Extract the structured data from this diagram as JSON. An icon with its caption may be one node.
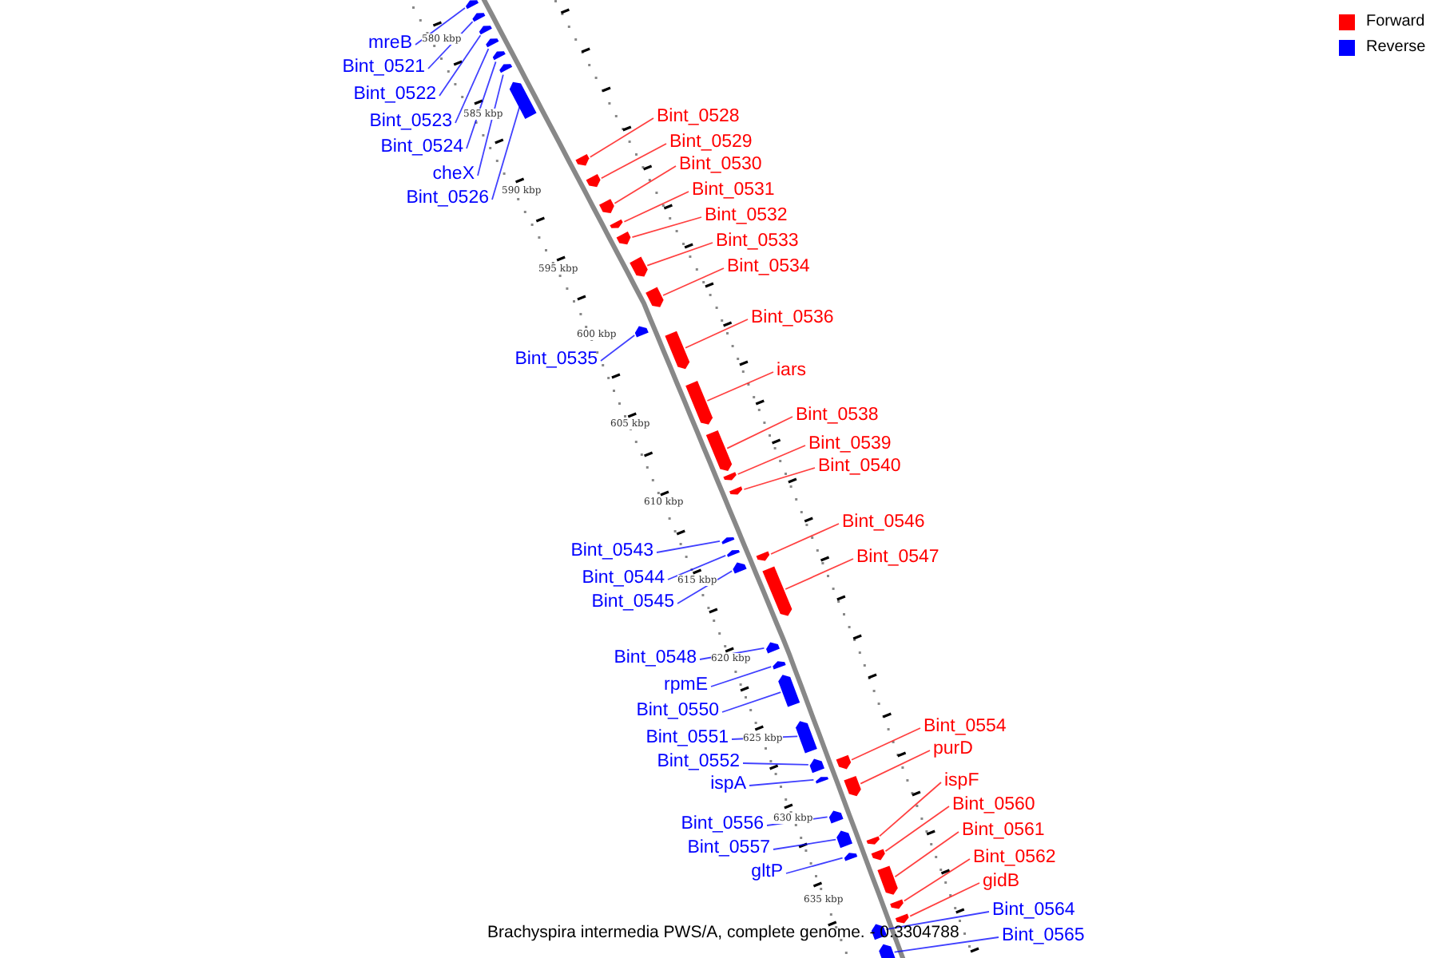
{
  "diagram": {
    "caption": "Brachyspira intermedia PWS/A, complete genome. - 0.3304788",
    "nodes": [
      {
        "text": [
          "mreB"
        ]
      },
      {
        "text": [],
        "shape": "bar"
      },
      {
        "text": [
          "Bint_0521"
        ]
      },
      {
        "text": [],
        "shape": "bar"
      },
      {
        "text": [
          "Bint_0522"
        ]
      },
      {
        "text": [],
        "shape": "bar"
      },
      {
        "text": [
          "Bint_0523"
        ]
      },
      {
        "text": [],
        "shape": "bar"
      },
      {
        "text": [
          "Bint_0524"
        ]
      },
      {
        "text": [],
        "shape": "bar"
      },
      {
        "text": [
          "cheX"
        ]
      },
      {
        "text": [],
        "shape": "bar"
      },
      {
        "text": [
          "Bint_0526"
        ]
      },
      {
        "text": [],
        "shape": "bar"
      },
      {
        "text": [
          "Bint_0528"
        ]
      },
      {
        "text": [],
        "shape": "bar"
      },
      {
        "text": [
          "Bint_0529"
        ]
      },
      {
        "text": [],
        "shape": "bar"
      },
      {
        "text": [
          "Bint_0530"
        ]
      },
      {
        "text": [],
        "shape": "bar"
      },
      {
        "text": [
          "Bint_0531"
        ]
      },
      {
        "text": [],
        "shape": "bar"
      },
      {
        "text": [
          "Bint_0532"
        ]
      },
      {
        "text": [],
        "shape": "bar"
      },
      {
        "text": [
          "Bint_0533"
        ]
      },
      {
        "text": [],
        "shape": "bar"
      },
      {
        "text": [
          "Bint_0534"
        ]
      },
      {
        "text": [],
        "shape": "bar"
      },
      {
        "text": [
          "Bint_0535"
        ]
      },
      {
        "text": [],
        "shape": "bar"
      },
      {
        "text": [
          "Bint_0536"
        ]
      },
      {
        "text": [],
        "shape": "bar"
      },
      {
        "text": [
          "iars"
        ]
      },
      {
        "text": [],
        "shape": "bar"
      },
      {
        "text": [
          "Bint_0538"
        ]
      },
      {
        "text": [],
        "shape": "bar"
      },
      {
        "text": [
          "Bint_0539"
        ]
      },
      {
        "text": [],
        "shape": "bar"
      },
      {
        "text": [
          "Bint_0540"
        ]
      },
      {
        "text": [],
        "shape": "bar"
      },
      {
        "text": [
          "Bint_0543"
        ]
      },
      {
        "text": [],
        "shape": "bar"
      },
      {
        "text": [
          "Bint_0544"
        ]
      },
      {
        "text": [],
        "shape": "bar"
      },
      {
        "text": [
          "Bint_0545"
        ]
      },
      {
        "text": [],
        "shape": "bar"
      },
      {
        "text": [
          "Bint_0546"
        ]
      },
      {
        "text": [],
        "shape": "bar"
      },
      {
        "text": [
          "Bint_0547"
        ]
      },
      {
        "text": [],
        "shape": "bar"
      },
      {
        "text": [
          "Bint_0548"
        ]
      },
      {
        "text": [],
        "shape": "bar"
      },
      {
        "text": [
          "rpmE"
        ]
      },
      {
        "text": [],
        "shape": "bar"
      },
      {
        "text": [
          "Bint_0550"
        ]
      },
      {
        "text": [],
        "shape": "bar"
      },
      {
        "text": [
          "Bint_0551"
        ]
      },
      {
        "text": [],
        "shape": "bar"
      },
      {
        "text": [
          "Bint_0552"
        ]
      },
      {
        "text": [],
        "shape": "bar"
      },
      {
        "text": [
          "ispA"
        ]
      },
      {
        "text": [],
        "shape": "bar"
      },
      {
        "text": [
          "Bint_0554"
        ]
      },
      {
        "text": [],
        "shape": "bar"
      },
      {
        "text": [
          "purD"
        ]
      },
      {
        "text": [],
        "shape": "bar"
      },
      {
        "text": [
          "Bint_0556"
        ]
      },
      {
        "text": [],
        "shape": "bar"
      },
      {
        "text": [
          "Bint_0557"
        ]
      },
      {
        "text": [],
        "shape": "bar"
      },
      {
        "text": [
          "gltP"
        ]
      },
      {
        "text": [],
        "shape": "bar"
      },
      {
        "text": [
          "ispF"
        ]
      },
      {
        "text": [],
        "shape": "bar"
      },
      {
        "text": [
          "Bint_0560"
        ]
      },
      {
        "text": [],
        "shape": "bar"
      },
      {
        "text": [
          "Bint_0561"
        ]
      },
      {
        "text": [],
        "shape": "bar"
      },
      {
        "text": [
          "Bint_0562"
        ]
      },
      {
        "text": [],
        "shape": "bar"
      },
      {
        "text": [
          "gidB"
        ]
      },
      {
        "text": [],
        "shape": "bar"
      },
      {
        "text": [
          "Bint_0564"
        ]
      },
      {
        "text": [],
        "shape": "bar"
      },
      {
        "text": [
          "Bint_0565"
        ]
      },
      {
        "text": [],
        "shape": "bar"
      }
    ],
    "edges": [
      {
        "from": 0,
        "to": 1,
        "arrow": "none"
      },
      {
        "from": 2,
        "to": 3,
        "arrow": "none"
      },
      {
        "from": 4,
        "to": 5,
        "arrow": "none"
      },
      {
        "from": 6,
        "to": 7,
        "arrow": "none"
      },
      {
        "from": 8,
        "to": 9,
        "arrow": "none"
      },
      {
        "from": 10,
        "to": 11,
        "arrow": "none"
      },
      {
        "from": 12,
        "to": 13,
        "arrow": "none"
      },
      {
        "from": 14,
        "to": 15,
        "arrow": "none",
        "color": "#ff0000"
      },
      {
        "from": 16,
        "to": 17,
        "arrow": "none",
        "color": "#ff0000"
      },
      {
        "from": 18,
        "to": 19,
        "arrow": "none",
        "color": "#ff0000"
      },
      {
        "from": 20,
        "to": 21,
        "arrow": "none",
        "color": "#ff0000"
      },
      {
        "from": 22,
        "to": 23,
        "arrow": "none",
        "color": "#ff0000"
      },
      {
        "from": 24,
        "to": 25,
        "arrow": "none",
        "color": "#ff0000"
      },
      {
        "from": 26,
        "to": 27,
        "arrow": "none",
        "color": "#ff0000"
      },
      {
        "from": 28,
        "to": 29,
        "arrow": "none"
      },
      {
        "from": 30,
        "to": 31,
        "arrow": "none",
        "color": "#ff0000"
      },
      {
        "from": 32,
        "to": 33,
        "arrow": "none",
        "color": "#ff0000"
      },
      {
        "from": 34,
        "to": 35,
        "arrow": "none",
        "color": "#ff0000"
      },
      {
        "from": 36,
        "to": 37,
        "arrow": "none",
        "color": "#ff0000"
      },
      {
        "from": 38,
        "to": 39,
        "arrow": "none",
        "color": "#ff0000"
      },
      {
        "from": 40,
        "to": 41,
        "arrow": "none"
      },
      {
        "from": 42,
        "to": 43,
        "arrow": "none"
      },
      {
        "from": 44,
        "to": 45,
        "arrow": "none"
      },
      {
        "from": 46,
        "to": 47,
        "arrow": "none",
        "color": "#ff0000"
      },
      {
        "from": 48,
        "to": 49,
        "arrow": "none",
        "color": "#ff0000"
      },
      {
        "from": 50,
        "to": 51,
        "arrow": "none"
      },
      {
        "from": 52,
        "to": 53,
        "arrow": "none"
      },
      {
        "from": 54,
        "to": 55,
        "arrow": "none"
      },
      {
        "from": 56,
        "to": 57,
        "arrow": "none"
      },
      {
        "from": 58,
        "to": 59,
        "arrow": "none"
      },
      {
        "from": 60,
        "to": 61,
        "arrow": "none"
      },
      {
        "from": 62,
        "to": 63,
        "arrow": "none",
        "color": "#ff0000"
      },
      {
        "from": 64,
        "to": 65,
        "arrow": "none",
        "color": "#ff0000"
      },
      {
        "from": 66,
        "to": 67,
        "arrow": "none"
      },
      {
        "from": 68,
        "to": 69,
        "arrow": "none"
      },
      {
        "from": 70,
        "to": 71,
        "arrow": "none"
      },
      {
        "from": 72,
        "to": 73,
        "arrow": "none",
        "color": "#ff0000"
      },
      {
        "from": 74,
        "to": 75,
        "arrow": "none",
        "color": "#ff0000"
      },
      {
        "from": 76,
        "to": 77,
        "arrow": "none",
        "color": "#ff0000"
      },
      {
        "from": 78,
        "to": 79,
        "arrow": "none",
        "color": "#ff0000"
      },
      {
        "from": 80,
        "to": 81,
        "arrow": "none",
        "color": "#ff0000"
      },
      {
        "from": 82,
        "to": 83,
        "arrow": "none"
      },
      {
        "from": 84,
        "to": 85,
        "arrow": "none"
      }
    ],
    "labels": [
      "580 kbp",
      "585 kbp",
      "590 kbp",
      "595 kbp",
      "600 kbp",
      "605 kbp",
      "610 kbp",
      "615 kbp",
      "620 kbp",
      "625 kbp",
      "630 kbp",
      "635 kbp"
    ],
    "legend": [
      {
        "text": "Forward",
        "color": "#ff0000"
      },
      {
        "text": "Reverse",
        "color": "#0000ff"
      }
    ]
  }
}
